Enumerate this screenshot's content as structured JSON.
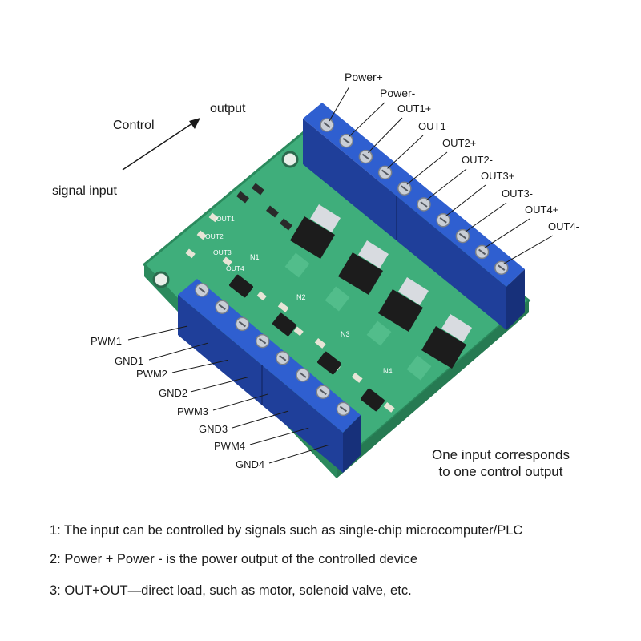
{
  "flow": {
    "control": "Control",
    "output": "output",
    "signal_input": "signal input"
  },
  "output_terminals": [
    "Power+",
    "Power-",
    "OUT1+",
    "OUT1-",
    "OUT2+",
    "OUT2-",
    "OUT3+",
    "OUT3-",
    "OUT4+",
    "OUT4-"
  ],
  "input_terminals": [
    "PWM1",
    "GND1",
    "PWM2",
    "GND2",
    "PWM3",
    "GND3",
    "PWM4",
    "GND4"
  ],
  "board_silkscreen": {
    "led_labels": [
      "OUT1",
      "OUT2",
      "OUT3",
      "OUT4"
    ],
    "channel_labels": [
      "N1",
      "N2",
      "N3",
      "N4"
    ]
  },
  "caption": {
    "line1": "One input corresponds",
    "line2": "to one control output"
  },
  "notes": [
    "1: The input can be controlled by signals such as single-chip microcomputer/PLC",
    "2: Power + Power - is the power output of the controlled device",
    "3: OUT+OUT—direct load, such as motor, solenoid valve, etc."
  ],
  "colors": {
    "pcb": "#3fae7b",
    "pcb_edge": "#2b8a5d",
    "terminal_blue": "#2f5fd0",
    "terminal_dark": "#1f3f9a",
    "screw": "#c9ced6",
    "mosfet": "#1c1c1c",
    "tab": "#d8dbe0"
  }
}
